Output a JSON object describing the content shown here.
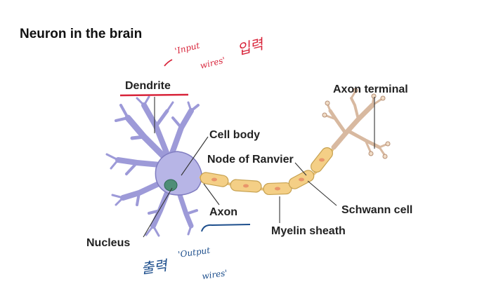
{
  "title": "Neuron in the brain",
  "labels": {
    "dendrite": "Dendrite",
    "axon_terminal": "Axon terminal",
    "cell_body": "Cell body",
    "node_of_ranvier": "Node of Ranvier",
    "axon": "Axon",
    "schwann_cell": "Schwann cell",
    "nucleus": "Nucleus",
    "myelin_sheath": "Myelin sheath"
  },
  "annotations": {
    "input_line1": "'Input",
    "input_line2": "wires'",
    "input_korean": "입력",
    "output_line1": "'Output",
    "output_line2": "wires'",
    "output_korean": "출력"
  },
  "colors": {
    "cell_fill": "#b7b5e6",
    "cell_stroke": "#7f7cc0",
    "myelin_fill": "#f4cf86",
    "myelin_stroke": "#c6a150",
    "terminal_fill": "#f0dcc6",
    "terminal_stroke": "#b68f76",
    "nucleus_fill": "#4e8e77",
    "red_ink": "#d8243a",
    "blue_ink": "#1d4e8c"
  }
}
